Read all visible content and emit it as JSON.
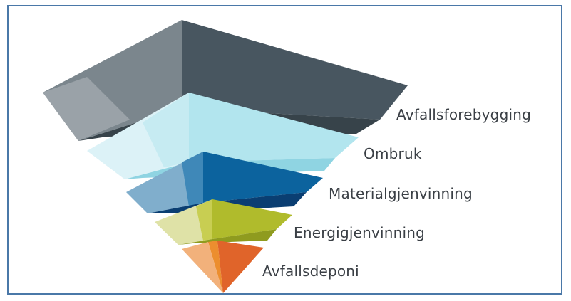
{
  "tiers": [
    {
      "label": "Avfallsforebygging",
      "color_left": "#8a949b",
      "color_mid": "#6b777e",
      "color_right": "#47545c",
      "color_rim": "#3a454c"
    },
    {
      "label": "Ombruk",
      "color_left": "#def4f8",
      "color_mid": "#c9edf3",
      "color_right": "#b3e6ee",
      "color_rim": "#92d6e3"
    },
    {
      "label": "Materialgjenvinning",
      "color_left": "#7faecd",
      "color_mid": "#3d88b8",
      "color_right": "#0d639e",
      "color_rim": "#0a3f73"
    },
    {
      "label": "Energigjenvinning",
      "color_left": "#dfe2a6",
      "color_mid": "#c7ce52",
      "color_right": "#afba2c",
      "color_rim": "#8e9a1e"
    },
    {
      "label": "Avfallsdeponi",
      "color_left": "#f1b07a",
      "color_mid": "#ec8d2e",
      "color_right": "#e1642a",
      "color_rim": "#c8501e"
    }
  ],
  "frame_color": "#4a78a8"
}
